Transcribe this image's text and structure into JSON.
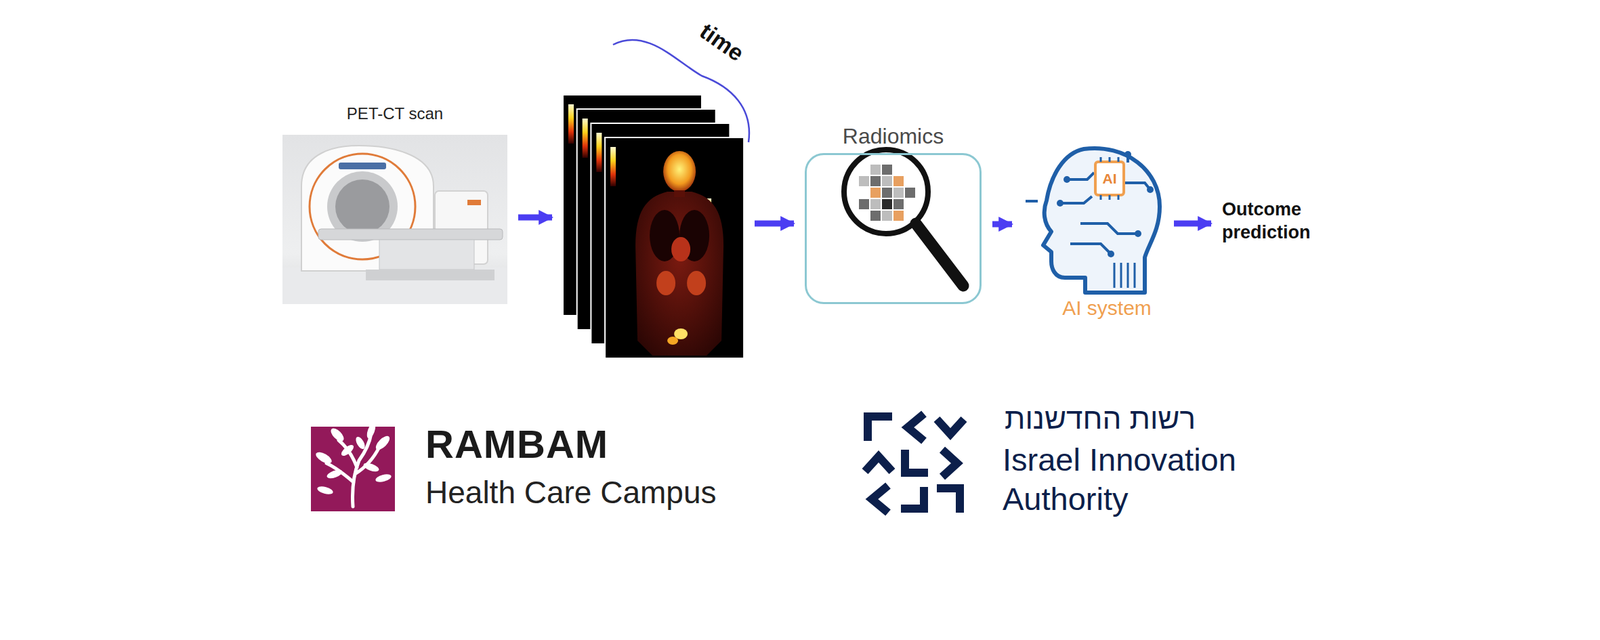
{
  "diagram": {
    "nodes": [
      {
        "text": [
          "PET-CT scan"
        ]
      },
      {
        "text": [
          "time"
        ]
      },
      {
        "text": [
          "Radiomics"
        ]
      },
      {
        "text": [
          "AI",
          "AI system"
        ]
      },
      {
        "text": [
          "Outcome prediction"
        ]
      }
    ],
    "edges": [
      {
        "from": 0,
        "to": 1,
        "arrow": "to"
      },
      {
        "from": 1,
        "to": 2,
        "arrow": "to"
      },
      {
        "from": 2,
        "to": 3,
        "arrow": "to"
      },
      {
        "from": 3,
        "to": 4,
        "arrow": "to"
      }
    ],
    "labels": [
      "RAMBAM",
      "Health Care Campus",
      "רשות החדשנות",
      "Israel Innovation Authority"
    ]
  }
}
